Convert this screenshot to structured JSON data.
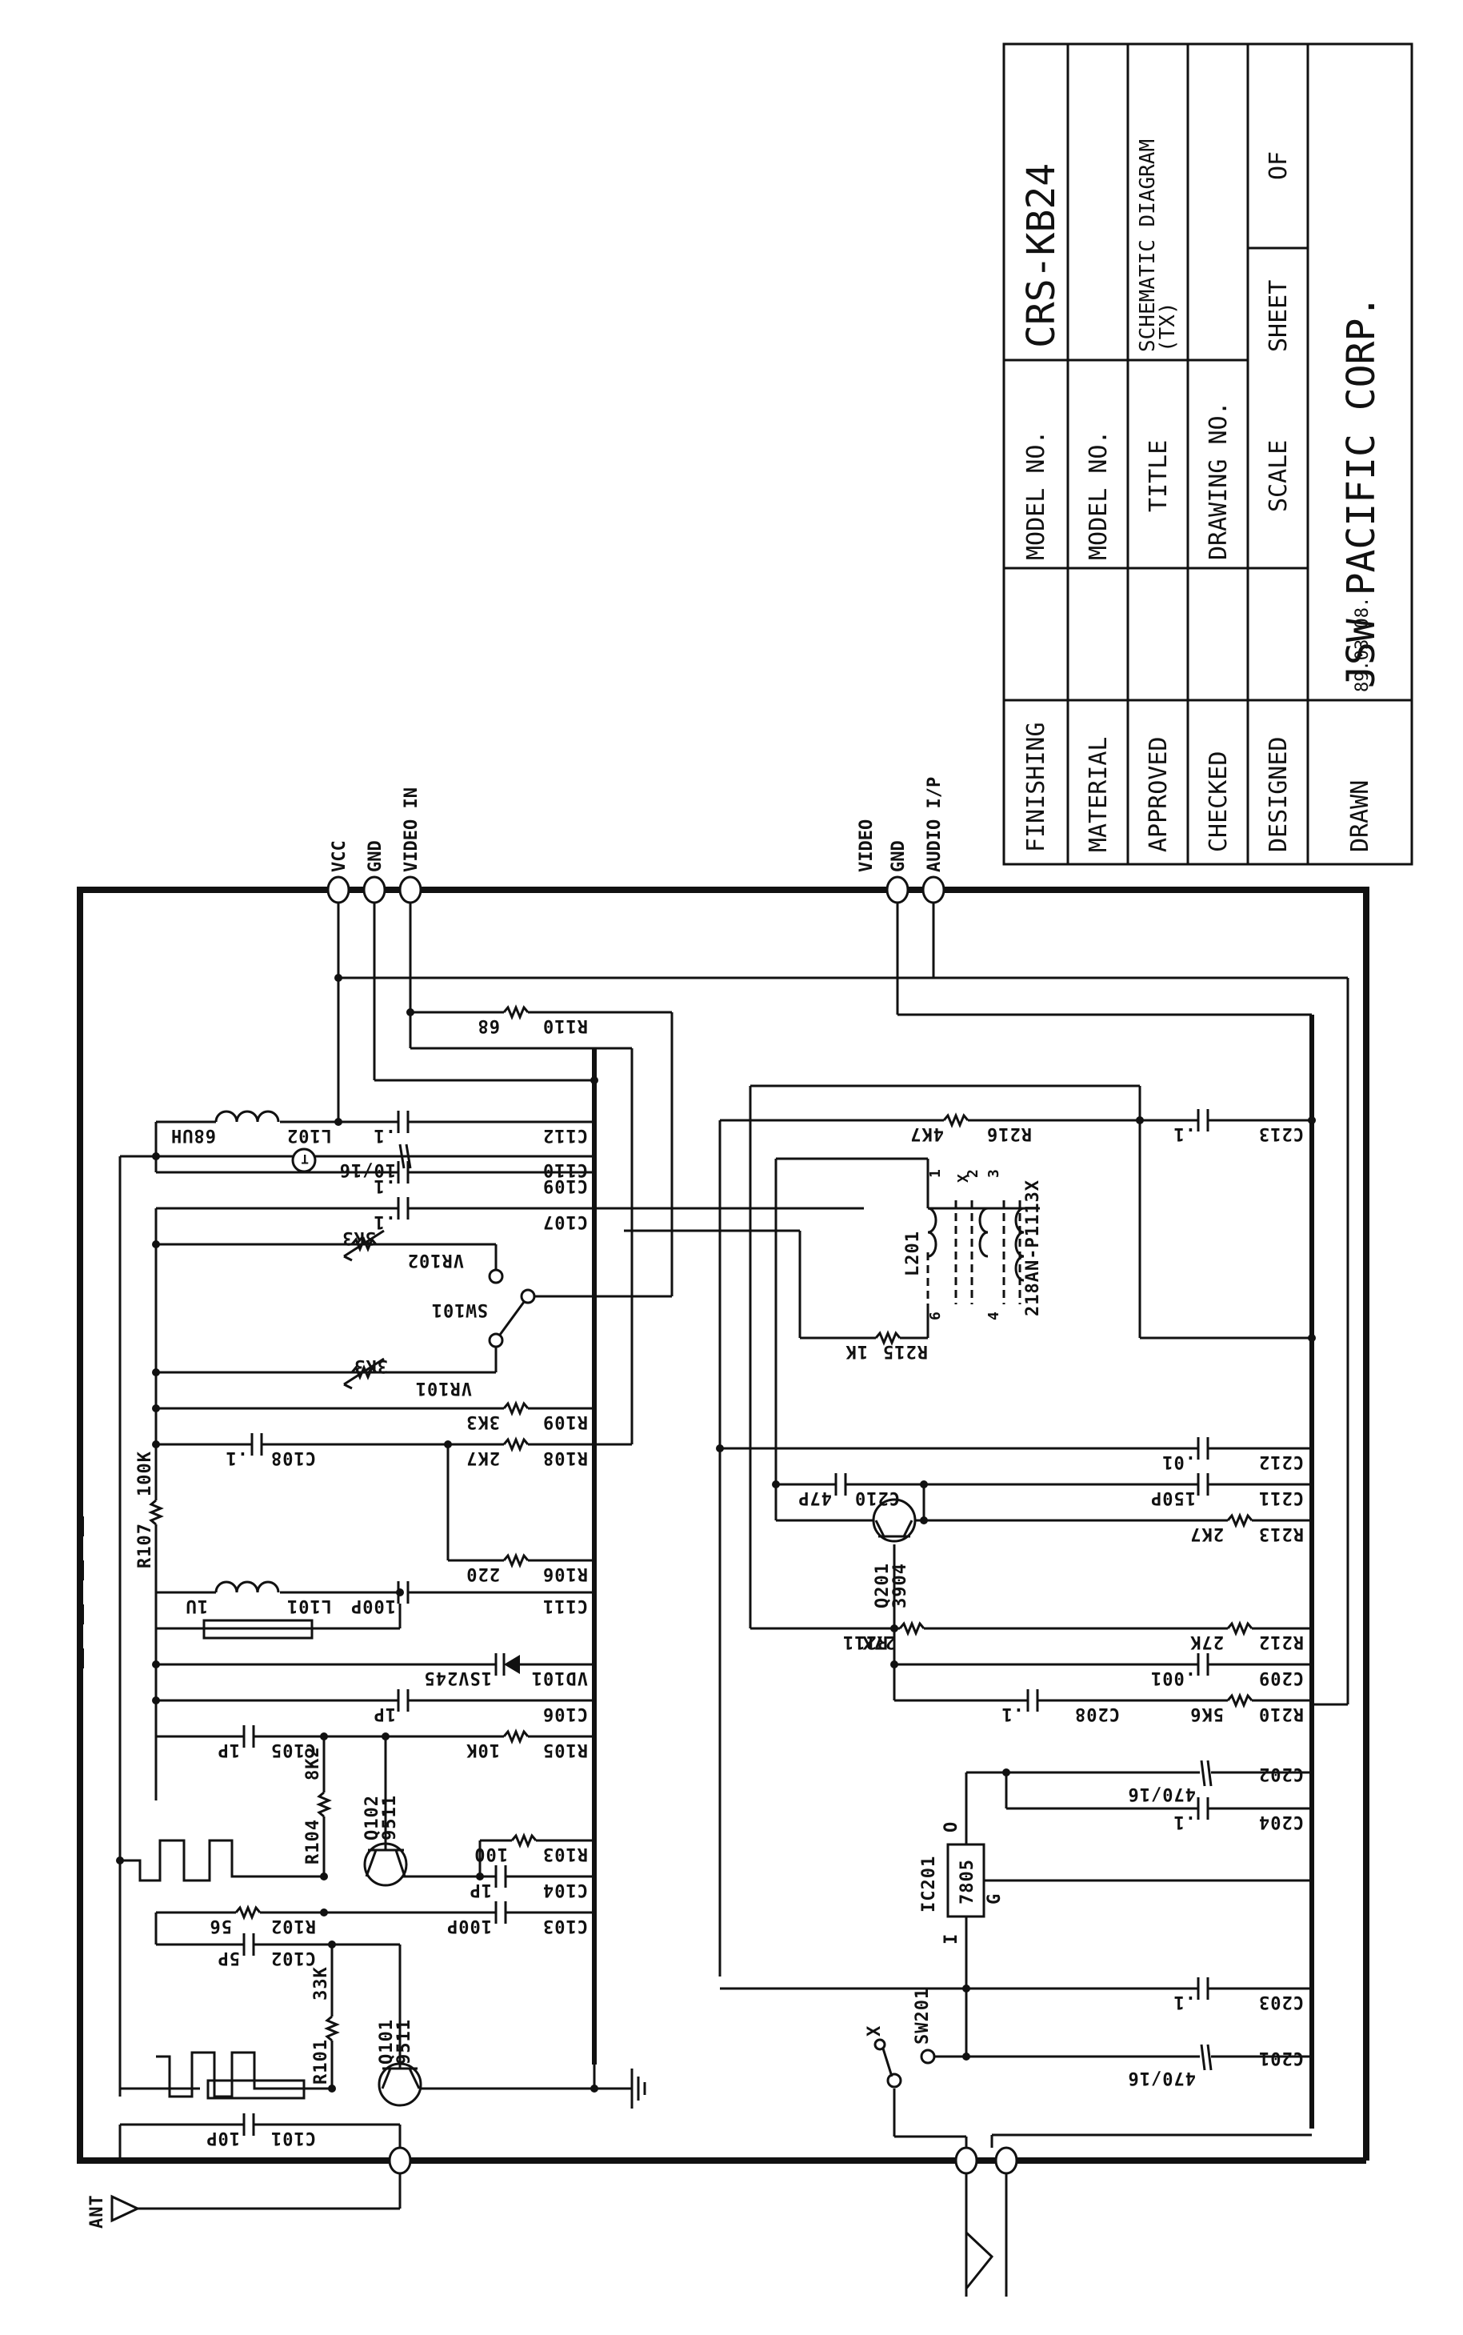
{
  "title_block": {
    "rows": [
      {
        "label": "FINISHING",
        "value": "",
        "field": "MODEL NO.",
        "field_value": "CRS-KB24"
      },
      {
        "label": "MATERIAL",
        "value": "",
        "field": "MODEL NO.",
        "field_value": ""
      },
      {
        "label": "APPROVED",
        "value": "",
        "field": "TITLE",
        "field_value": "SCHEMATIC DIAGRAM",
        "field_value_2": "(TX)"
      },
      {
        "label": "CHECKED",
        "value": "",
        "field": "DRAWING NO.",
        "field_value": ""
      },
      {
        "label": "DESIGNED",
        "value": "",
        "field": "SCALE",
        "field_value": "",
        "sheet_label": "SHEET",
        "of_label": "OF"
      },
      {
        "label": "DRAWN",
        "value": "89.03.08.",
        "company": "JSW PACIFIC CORP."
      }
    ]
  },
  "connectors": {
    "top_left": [
      "VCC",
      "GND",
      "VIDEO IN"
    ],
    "top_right": [
      "VIDEO",
      "GND",
      "AUDIO I/P"
    ],
    "antenna": "ANT"
  },
  "components": {
    "L102": {
      "ref": "L102",
      "value": "68UH"
    },
    "R110": {
      "ref": "R110",
      "value": "68"
    },
    "C112": {
      "ref": "C112",
      "value": ".1"
    },
    "C110": {
      "ref": "C110",
      "value": "10/16"
    },
    "C109": {
      "ref": "C109",
      "value": ".1"
    },
    "C107": {
      "ref": "C107",
      "value": ".1"
    },
    "VR102": {
      "ref": "VR102",
      "value": "3K3"
    },
    "SW101": {
      "ref": "SW101",
      "value": ""
    },
    "VR101": {
      "ref": "VR101",
      "value": "3K3"
    },
    "R109": {
      "ref": "R109",
      "value": "3K3"
    },
    "R108": {
      "ref": "R108",
      "value": "2K7"
    },
    "C108": {
      "ref": "C108",
      "value": ".1"
    },
    "R107": {
      "ref": "R107",
      "value": "100K"
    },
    "R106": {
      "ref": "R106",
      "value": "220"
    },
    "C111": {
      "ref": "C111",
      "value": "100P"
    },
    "L101": {
      "ref": "L101",
      "value": "1U"
    },
    "VD101": {
      "ref": "VD101",
      "value": "1SV245"
    },
    "C106": {
      "ref": "C106",
      "value": "1P"
    },
    "R105": {
      "ref": "R105",
      "value": "10K"
    },
    "C105": {
      "ref": "C105",
      "value": "1P"
    },
    "R104": {
      "ref": "R104",
      "value": "8K2"
    },
    "Q102": {
      "ref": "Q102",
      "value": "9511"
    },
    "R103": {
      "ref": "R103",
      "value": "100"
    },
    "C104": {
      "ref": "C104",
      "value": "1P"
    },
    "R102": {
      "ref": "R102",
      "value": "56"
    },
    "C103": {
      "ref": "C103",
      "value": "100P"
    },
    "C102": {
      "ref": "C102",
      "value": "5P"
    },
    "R101": {
      "ref": "R101",
      "value": "33K"
    },
    "Q101": {
      "ref": "Q101",
      "value": "9511"
    },
    "C101": {
      "ref": "C101",
      "value": "10P"
    },
    "R216": {
      "ref": "R216",
      "value": "4K7"
    },
    "C213": {
      "ref": "C213",
      "value": ".1"
    },
    "L201": {
      "ref": "L201",
      "value": "218AN-P1113X"
    },
    "R215": {
      "ref": "R215",
      "value": "1K"
    },
    "C212": {
      "ref": "C212",
      "value": ".01"
    },
    "C210": {
      "ref": "C210",
      "value": "47P"
    },
    "C211": {
      "ref": "C211",
      "value": "150P"
    },
    "R213": {
      "ref": "R213",
      "value": "2K7"
    },
    "Q201": {
      "ref": "Q201",
      "value": "3904"
    },
    "R211": {
      "ref": "R211",
      "value": "27K"
    },
    "R212": {
      "ref": "R212",
      "value": "27K"
    },
    "C209": {
      "ref": "C209",
      "value": ".001"
    },
    "R210": {
      "ref": "R210",
      "value": "5K6"
    },
    "C208": {
      "ref": "C208",
      "value": ".1"
    },
    "C202": {
      "ref": "C202",
      "value": "470/16"
    },
    "C204": {
      "ref": "C204",
      "value": ".1"
    },
    "IC201": {
      "ref": "IC201",
      "value": "7805",
      "pin_in": "I",
      "pin_out": "O",
      "pin_gnd": "G"
    },
    "C203": {
      "ref": "C203",
      "value": ".1"
    },
    "C201": {
      "ref": "C201",
      "value": "470/16"
    },
    "SW201": {
      "ref": "SW201",
      "value": ""
    }
  },
  "transformer_pins": [
    "1",
    "2",
    "3",
    "4",
    "6"
  ],
  "misc": {
    "test_point": "T",
    "x_mark": "X"
  }
}
